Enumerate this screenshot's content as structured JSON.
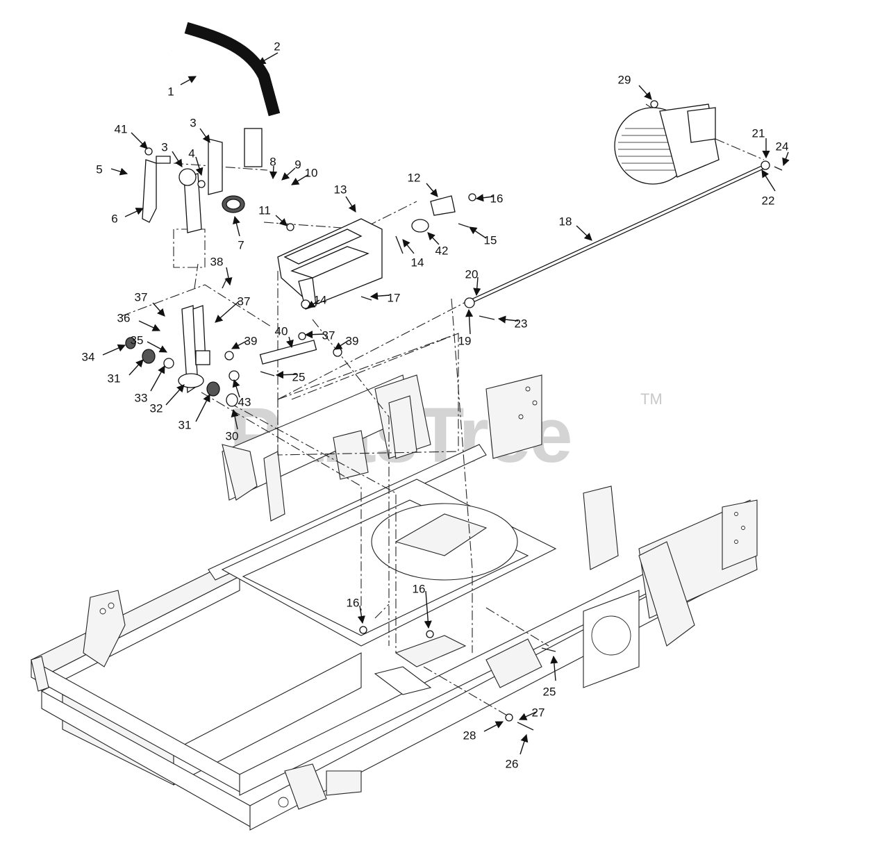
{
  "watermark": {
    "text": "PartsTree",
    "trademark": "TM"
  },
  "callouts": [
    {
      "label": "1"
    },
    {
      "label": "2"
    },
    {
      "label": "3"
    },
    {
      "label": "3"
    },
    {
      "label": "4"
    },
    {
      "label": "5"
    },
    {
      "label": "6"
    },
    {
      "label": "7"
    },
    {
      "label": "8"
    },
    {
      "label": "9"
    },
    {
      "label": "10"
    },
    {
      "label": "11"
    },
    {
      "label": "12"
    },
    {
      "label": "13"
    },
    {
      "label": "14"
    },
    {
      "label": "14"
    },
    {
      "label": "15"
    },
    {
      "label": "16"
    },
    {
      "label": "16"
    },
    {
      "label": "16"
    },
    {
      "label": "17"
    },
    {
      "label": "18"
    },
    {
      "label": "19"
    },
    {
      "label": "20"
    },
    {
      "label": "21"
    },
    {
      "label": "22"
    },
    {
      "label": "23"
    },
    {
      "label": "24"
    },
    {
      "label": "25"
    },
    {
      "label": "25"
    },
    {
      "label": "26"
    },
    {
      "label": "27"
    },
    {
      "label": "28"
    },
    {
      "label": "29"
    },
    {
      "label": "30"
    },
    {
      "label": "31"
    },
    {
      "label": "31"
    },
    {
      "label": "32"
    },
    {
      "label": "33"
    },
    {
      "label": "34"
    },
    {
      "label": "35"
    },
    {
      "label": "36"
    },
    {
      "label": "37"
    },
    {
      "label": "37"
    },
    {
      "label": "37"
    },
    {
      "label": "38"
    },
    {
      "label": "39"
    },
    {
      "label": "39"
    },
    {
      "label": "40"
    },
    {
      "label": "41"
    },
    {
      "label": "42"
    },
    {
      "label": "43"
    }
  ]
}
